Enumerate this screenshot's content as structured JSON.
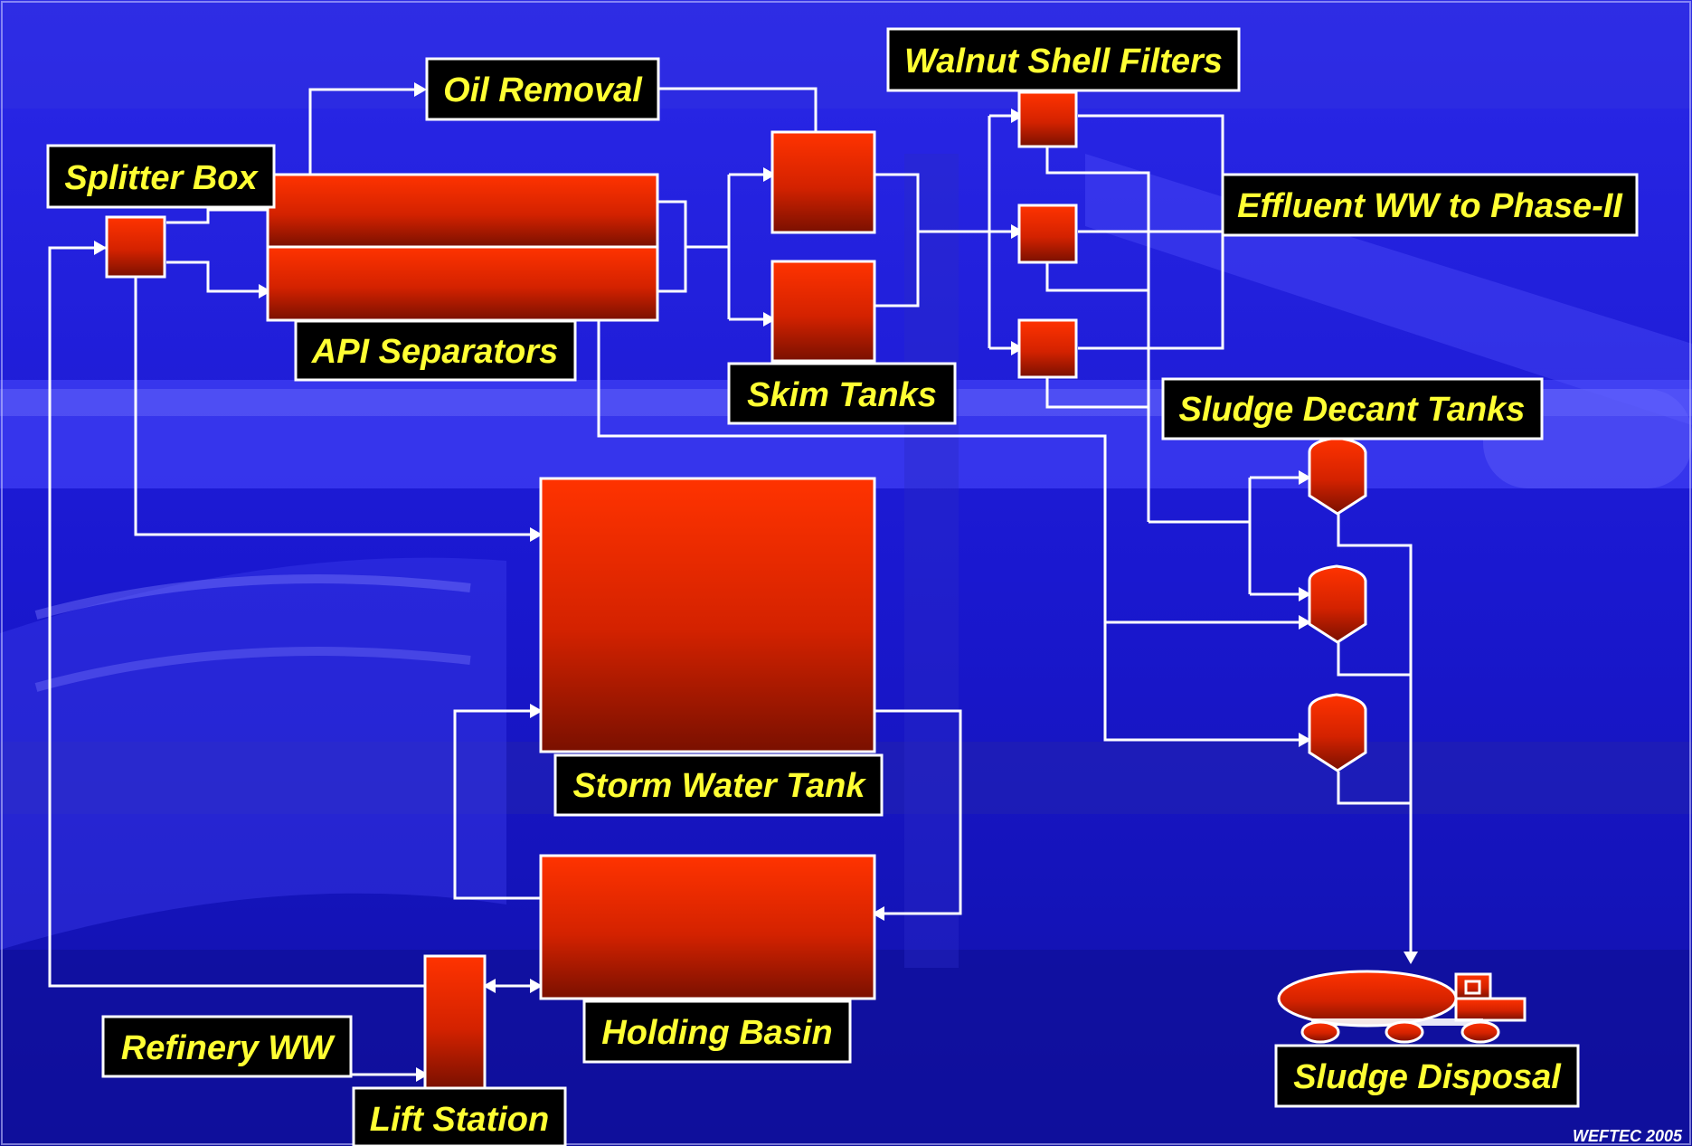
{
  "colors": {
    "background": "#1a18d8",
    "unit_top": "#ff3300",
    "unit_bottom": "#7a1000",
    "label_text": "#ffff33",
    "label_box": "#000000",
    "pipe": "#ffffff"
  },
  "labels": {
    "splitter_box": "Splitter Box",
    "oil_removal": "Oil Removal",
    "api_separators": "API Separators",
    "skim_tanks": "Skim Tanks",
    "walnut_shell_filters": "Walnut Shell Filters",
    "effluent": "Effluent WW to Phase-II",
    "sludge_decant_tanks": "Sludge Decant Tanks",
    "storm_water_tank": "Storm Water Tank",
    "holding_basin": "Holding Basin",
    "refinery_ww": "Refinery WW",
    "lift_station": "Lift Station",
    "sludge_disposal": "Sludge Disposal"
  },
  "footer": {
    "credit": "WEFTEC 2005"
  }
}
